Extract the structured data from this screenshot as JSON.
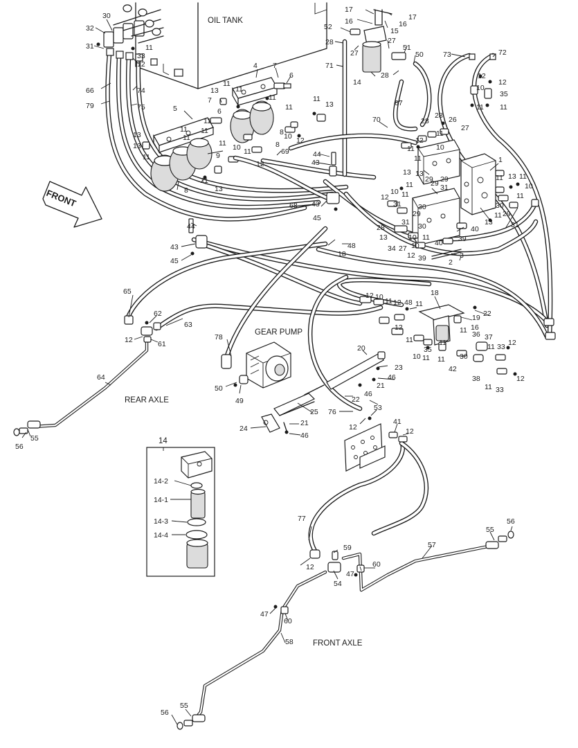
{
  "captions": {
    "oil_tank": "OIL TANK",
    "gear_pump": "GEAR PUMP",
    "rear_axle": "REAR AXLE",
    "front_axle": "FRONT AXLE",
    "front": "FRONT"
  },
  "filter_inset": {
    "title": "14",
    "parts": [
      "14-2",
      "14-1",
      "14-3",
      "14-4"
    ]
  },
  "callouts": [
    "30",
    "32",
    "31",
    "33",
    "12",
    "11",
    "66",
    "74",
    "79",
    "75",
    "17",
    "16",
    "52",
    "28",
    "27",
    "15",
    "51",
    "50",
    "73",
    "72",
    "71",
    "14",
    "67",
    "4",
    "7",
    "6",
    "13",
    "11",
    "5",
    "9",
    "10",
    "8",
    "69",
    "44",
    "43",
    "68",
    "45",
    "70",
    "28",
    "26",
    "27",
    "1",
    "29",
    "40",
    "39",
    "2",
    "3",
    "35",
    "65",
    "62",
    "61",
    "63",
    "64",
    "55",
    "56",
    "18",
    "48",
    "19",
    "22",
    "36",
    "37",
    "42",
    "38",
    "20",
    "23",
    "46",
    "21",
    "24",
    "25",
    "53",
    "41",
    "54",
    "57",
    "58",
    "59",
    "60",
    "47",
    "77",
    "76",
    "78",
    "49",
    "34"
  ]
}
